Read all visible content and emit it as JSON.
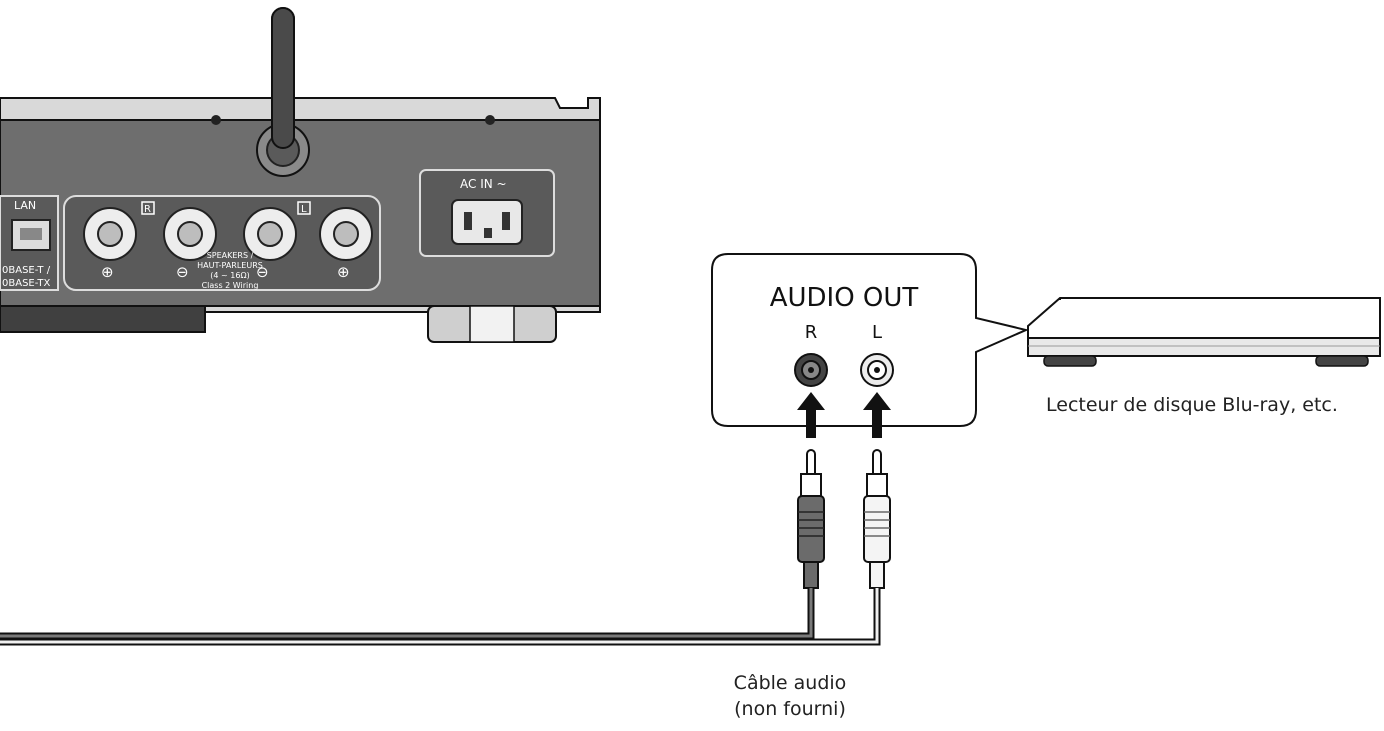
{
  "amplifier": {
    "lan_label": "LAN",
    "base_t_label": "0BASE-T /",
    "base_tx_label": "0BASE-TX",
    "channel_right_mark": "R",
    "channel_left_mark": "L",
    "speakers_label_1": "SPEAKERS /",
    "speakers_label_2": "HAUT-PARLEURS",
    "impedance_label": "(4 ~ 16Ω)",
    "wiring_class_label": "Class 2 Wiring",
    "plus_symbol": "⊕",
    "minus_symbol": "⊖",
    "ac_in_label": "AC IN ~"
  },
  "callout": {
    "title": "AUDIO OUT",
    "right_label": "R",
    "left_label": "L"
  },
  "device": {
    "label": "Lecteur de disque Blu-ray, etc."
  },
  "cable": {
    "label_line1": "Câble audio",
    "label_line2": "(non fourni)"
  },
  "colors": {
    "line": "#1a1a1a",
    "panel": "#e8e8e8",
    "panel_dark": "#5a5a5a",
    "plug_dark": "#6b6b6b",
    "plug_light": "#f4f4f4"
  }
}
